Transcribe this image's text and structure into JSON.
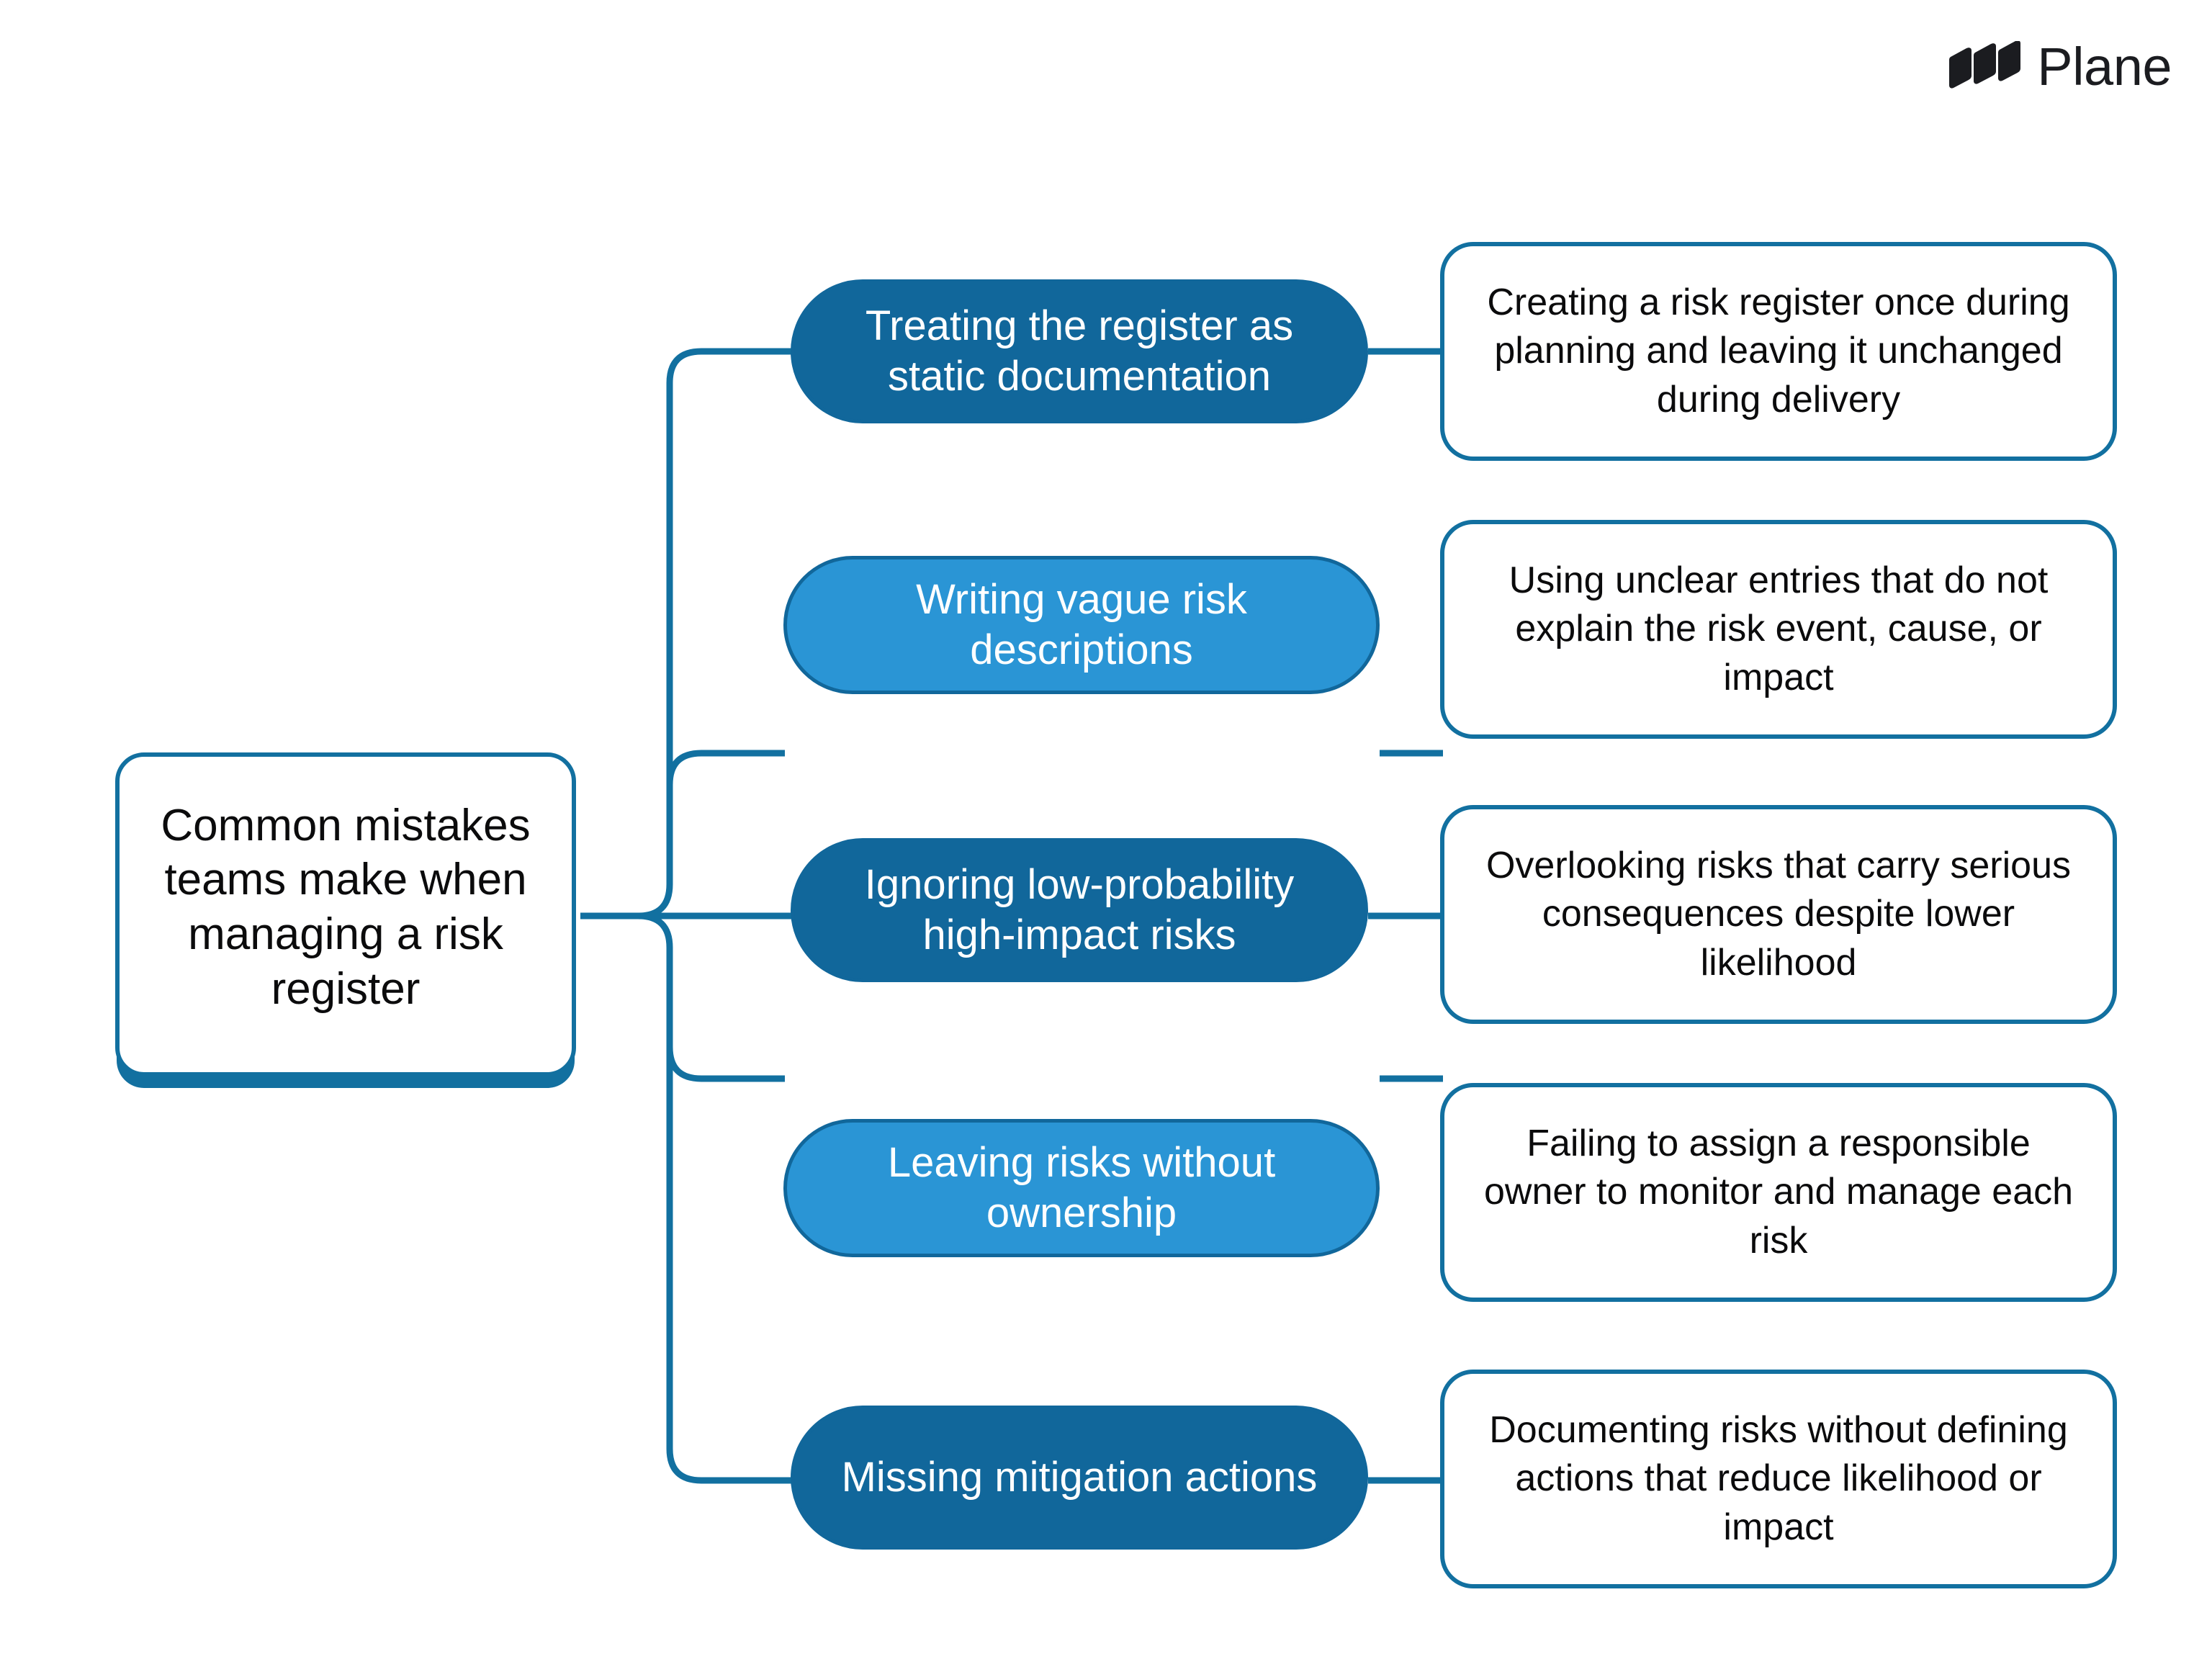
{
  "brand": {
    "name": "Plane",
    "logo_icon": "plane-logo-icon",
    "color": "#1b1c20"
  },
  "theme": {
    "accent_dark": "#11679b",
    "accent_light": "#2a95d5",
    "border": "#1270a0",
    "connector": "#1270a0",
    "text_on_dark": "#ffffff",
    "text_primary": "#0b0b0c",
    "background": "#ffffff"
  },
  "diagram": {
    "type": "mind-map",
    "orientation": "left-to-right",
    "root": {
      "label": "Common mistakes teams make when managing a risk register",
      "style": "white-card-with-blue-underbar"
    },
    "branches": [
      {
        "id": "static-documentation",
        "label": "Treating the register as static documentation",
        "tone": "dark",
        "description": "Creating a risk register once during planning and leaving it unchanged during delivery"
      },
      {
        "id": "vague-descriptions",
        "label": "Writing vague risk descriptions",
        "tone": "light",
        "description": "Using unclear entries that do not explain the risk event, cause, or impact"
      },
      {
        "id": "low-probability-high-impact",
        "label": "Ignoring low-probability high-impact risks",
        "tone": "dark",
        "description": "Overlooking risks that carry serious consequences despite lower likelihood"
      },
      {
        "id": "no-ownership",
        "label": "Leaving risks without ownership",
        "tone": "light",
        "description": "Failing to assign a responsible owner to monitor and manage each risk"
      },
      {
        "id": "missing-mitigation",
        "label": "Missing mitigation actions",
        "tone": "dark",
        "description": "Documenting risks without defining actions that reduce likelihood or impact"
      }
    ]
  }
}
